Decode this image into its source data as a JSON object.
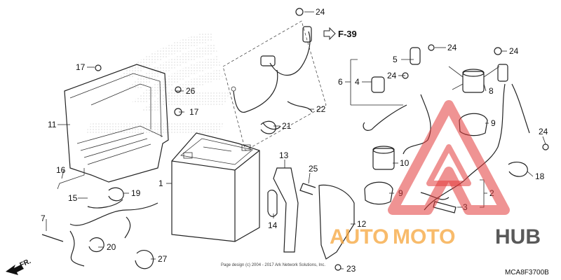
{
  "callouts": [
    {
      "id": "c1",
      "text": "1"
    },
    {
      "id": "c2",
      "text": "2"
    },
    {
      "id": "c3",
      "text": "3"
    },
    {
      "id": "c4",
      "text": "4"
    },
    {
      "id": "c5",
      "text": "5"
    },
    {
      "id": "c6",
      "text": "6"
    },
    {
      "id": "c7",
      "text": "7"
    },
    {
      "id": "c8",
      "text": "8"
    },
    {
      "id": "c9a",
      "text": "9"
    },
    {
      "id": "c9b",
      "text": "9"
    },
    {
      "id": "c10",
      "text": "10"
    },
    {
      "id": "c11",
      "text": "11"
    },
    {
      "id": "c12",
      "text": "12"
    },
    {
      "id": "c13",
      "text": "13"
    },
    {
      "id": "c14",
      "text": "14"
    },
    {
      "id": "c15",
      "text": "15"
    },
    {
      "id": "c16",
      "text": "16"
    },
    {
      "id": "c17a",
      "text": "17"
    },
    {
      "id": "c17b",
      "text": "17"
    },
    {
      "id": "c18",
      "text": "18"
    },
    {
      "id": "c19",
      "text": "19"
    },
    {
      "id": "c20",
      "text": "20"
    },
    {
      "id": "c21",
      "text": "21"
    },
    {
      "id": "c22",
      "text": "22"
    },
    {
      "id": "c23",
      "text": "23"
    },
    {
      "id": "c24a",
      "text": "24"
    },
    {
      "id": "c24b",
      "text": "24"
    },
    {
      "id": "c24c",
      "text": "24"
    },
    {
      "id": "c24d",
      "text": "24"
    },
    {
      "id": "c24e",
      "text": "24"
    },
    {
      "id": "c25",
      "text": "25"
    },
    {
      "id": "c26",
      "text": "26"
    },
    {
      "id": "c27",
      "text": "27"
    }
  ],
  "reference": "F-39",
  "direction": "FR.",
  "diagram_code": "MCA8F3700B",
  "copyright": "Page design (c) 2004 - 2017 Ark Network Solutions, Inc.",
  "watermark": {
    "part1": "AUTO",
    "part2": "MOTO",
    "part3": "HUB",
    "color_orange": "#f6a53a",
    "color_dark": "#3d3d3d",
    "color_red": "#e23a3a"
  }
}
